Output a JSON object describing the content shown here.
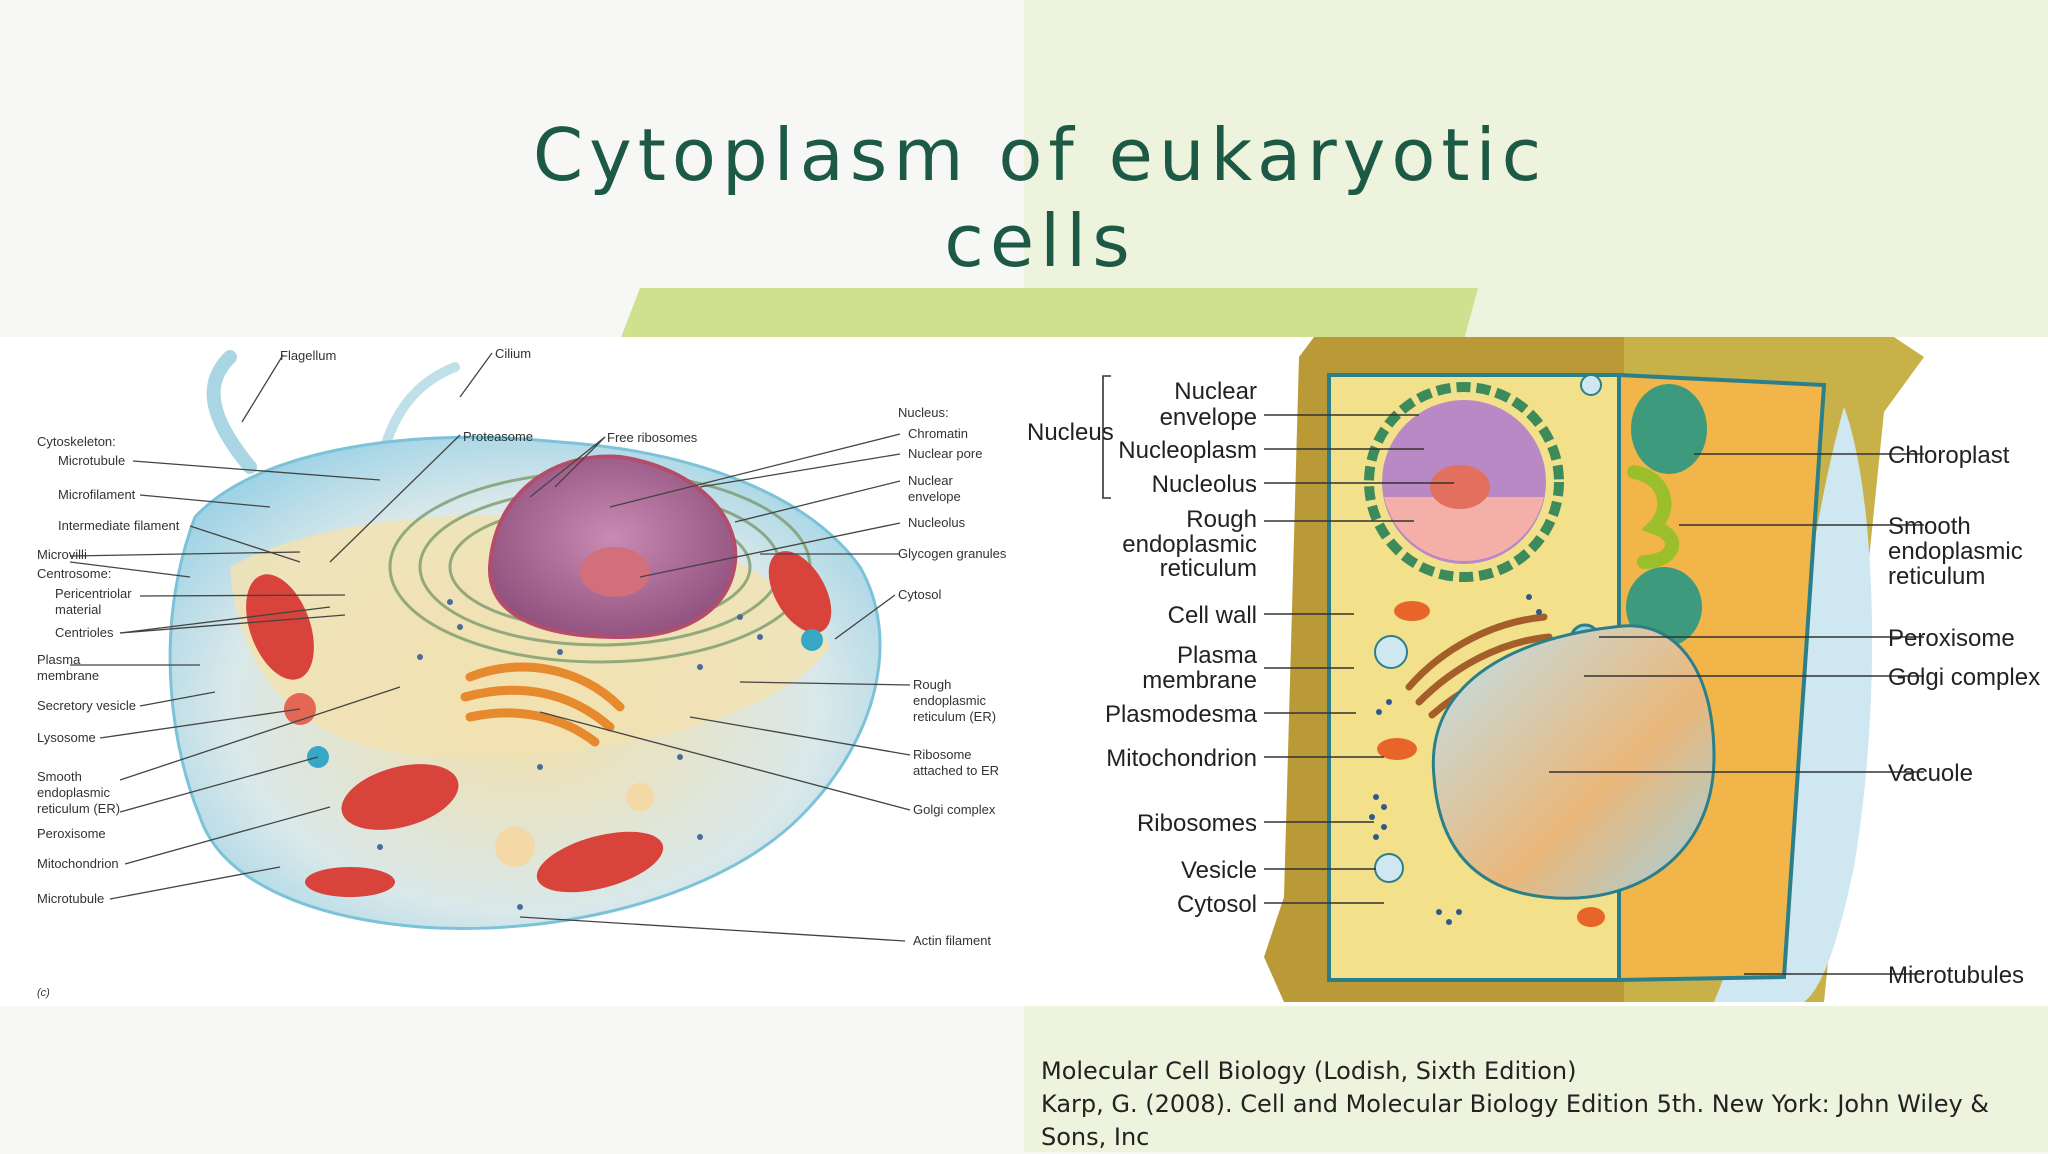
{
  "slide": {
    "title_line1": "Cytoplasm of eukaryotic",
    "title_line2": "cells",
    "colors": {
      "title": "#1d5a45",
      "accent": "#cfe08f",
      "right_bg": "#eef3dd"
    }
  },
  "animal_cell": {
    "labels": {
      "flagellum": "Flagellum",
      "cilium": "Cilium",
      "cytoskeleton": "Cytoskeleton:",
      "microtubule_top": "Microtubule",
      "proteasome": "Proteasome",
      "free_ribosomes": "Free ribosomes",
      "nucleus": "Nucleus:",
      "chromatin": "Chromatin",
      "nuclear_pore": "Nuclear pore",
      "nuclear_envelope_1": "Nuclear",
      "nuclear_envelope_2": "envelope",
      "nucleolus": "Nucleolus",
      "microfilament": "Microfilament",
      "intermediate_filament": "Intermediate filament",
      "glycogen_granules": "Glycogen granules",
      "microvilli": "Microvilli",
      "centrosome": "Centrosome:",
      "pericentriolar_1": "Pericentriolar",
      "pericentriolar_2": "material",
      "centrioles": "Centrioles",
      "cytosol": "Cytosol",
      "plasma_membrane_1": "Plasma",
      "plasma_membrane_2": "membrane",
      "rough_er_1": "Rough",
      "rough_er_2": "endoplasmic",
      "rough_er_3": "reticulum (ER)",
      "secretory_vesicle": "Secretory vesicle",
      "lysosome": "Lysosome",
      "ribosome_er_1": "Ribosome",
      "ribosome_er_2": "attached to ER",
      "smooth_er_1": "Smooth",
      "smooth_er_2": "endoplasmic",
      "smooth_er_3": "reticulum (ER)",
      "golgi_complex": "Golgi complex",
      "peroxisome": "Peroxisome",
      "mitochondrion": "Mitochondrion",
      "microtubule_bottom": "Microtubule",
      "actin_filament": "Actin filament",
      "panel_letter": "(c)"
    }
  },
  "plant_cell": {
    "labels": {
      "nucleus": "Nucleus",
      "nuclear_envelope_1": "Nuclear",
      "nuclear_envelope_2": "envelope",
      "nucleoplasm": "Nucleoplasm",
      "nucleolus": "Nucleolus",
      "rough_er_1": "Rough",
      "rough_er_2": "endoplasmic",
      "rough_er_3": "reticulum",
      "cell_wall": "Cell wall",
      "plasma_membrane_1": "Plasma",
      "plasma_membrane_2": "membrane",
      "plasmodesma": "Plasmodesma",
      "mitochondrion": "Mitochondrion",
      "ribosomes": "Ribosomes",
      "vesicle": "Vesicle",
      "cytosol": "Cytosol",
      "chloroplast": "Chloroplast",
      "smooth_er_1": "Smooth",
      "smooth_er_2": "endoplasmic",
      "smooth_er_3": "reticulum",
      "peroxisome": "Peroxisome",
      "golgi_complex": "Golgi complex",
      "vacuole": "Vacuole",
      "microtubules": "Microtubules"
    }
  },
  "citations": {
    "line1": "Molecular Cell Biology (Lodish, Sixth Edition)",
    "line2": "Karp, G. (2008). Cell and Molecular Biology Edition 5th. New York: John Wiley & Sons, Inc"
  }
}
